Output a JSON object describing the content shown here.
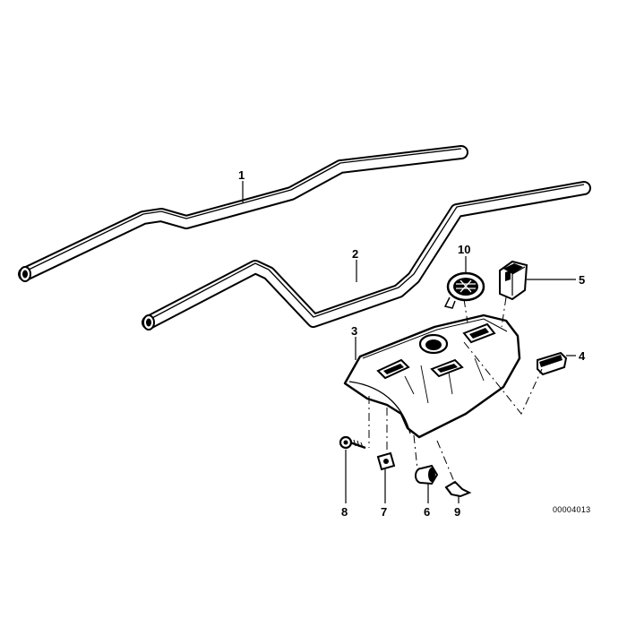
{
  "diagram": {
    "reference_number": "00004013",
    "callouts": [
      {
        "id": "c1",
        "label": "1"
      },
      {
        "id": "c2",
        "label": "2"
      },
      {
        "id": "c3",
        "label": "3"
      },
      {
        "id": "c4",
        "label": "4"
      },
      {
        "id": "c5",
        "label": "5"
      },
      {
        "id": "c6",
        "label": "6"
      },
      {
        "id": "c7",
        "label": "7"
      },
      {
        "id": "c8",
        "label": "8"
      },
      {
        "id": "c9",
        "label": "9"
      },
      {
        "id": "c10",
        "label": "10"
      }
    ]
  }
}
